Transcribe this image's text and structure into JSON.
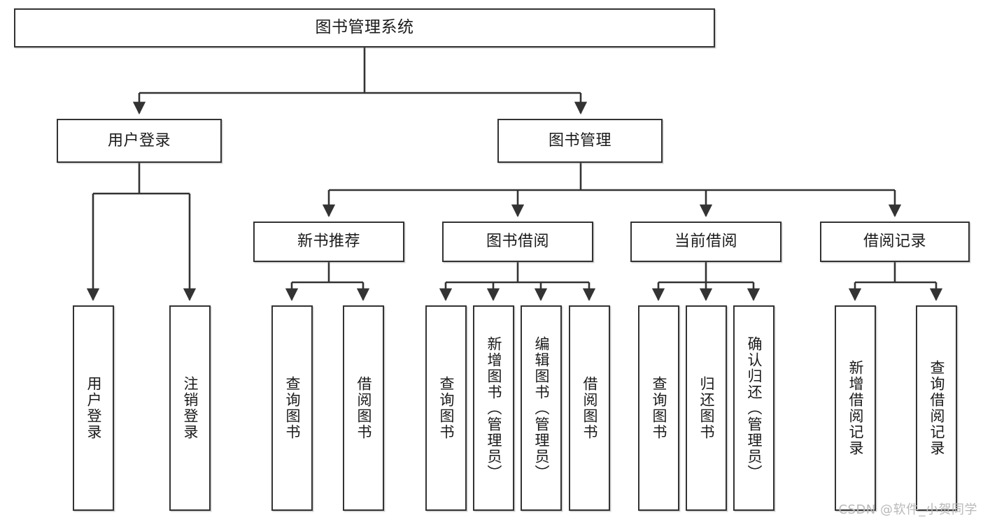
{
  "diagram": {
    "title": "图书管理系统",
    "type": "tree-hierarchy-diagram",
    "watermark": "CSDN @软件_小贺同学",
    "style": {
      "box_border_color": "#333333",
      "box_fill_color": "#ffffff",
      "background_color": "#ffffff",
      "text_color": "#1a1a1a",
      "watermark_color": "#b9b9b9"
    },
    "nodes": {
      "root": {
        "label": "图书管理系统"
      },
      "level2": [
        {
          "id": "user_login",
          "label": "用户登录"
        },
        {
          "id": "book_mgmt",
          "label": "图书管理"
        }
      ],
      "level3": [
        {
          "id": "new_book_rec",
          "label": "新书推荐"
        },
        {
          "id": "book_borrow",
          "label": "图书借阅"
        },
        {
          "id": "current_borrow",
          "label": "当前借阅"
        },
        {
          "id": "borrow_record",
          "label": "借阅记录"
        }
      ],
      "leaves": {
        "user_login": [
          {
            "id": "leaf_user_login",
            "label": "用户登录"
          },
          {
            "id": "leaf_logout",
            "label": "注销登录"
          }
        ],
        "new_book_rec": [
          {
            "id": "leaf_query_book_1",
            "label": "查询图书"
          },
          {
            "id": "leaf_borrow_book_1",
            "label": "借阅图书"
          }
        ],
        "book_borrow": [
          {
            "id": "leaf_query_book_2",
            "label": "查询图书"
          },
          {
            "id": "leaf_add_book",
            "label": "新增图书（管理员）"
          },
          {
            "id": "leaf_edit_book",
            "label": "编辑图书（管理员）"
          },
          {
            "id": "leaf_borrow_book_2",
            "label": "借阅图书"
          }
        ],
        "current_borrow": [
          {
            "id": "leaf_query_book_3",
            "label": "查询图书"
          },
          {
            "id": "leaf_return_book",
            "label": "归还图书"
          },
          {
            "id": "leaf_confirm_return",
            "label": "确认归还（管理员）"
          }
        ],
        "borrow_record": [
          {
            "id": "leaf_add_record",
            "label": "新增借阅记录"
          },
          {
            "id": "leaf_query_record",
            "label": "查询借阅记录"
          }
        ]
      }
    },
    "edges": [
      {
        "from": "图书管理系统",
        "to": "用户登录"
      },
      {
        "from": "图书管理系统",
        "to": "图书管理"
      },
      {
        "from": "用户登录",
        "to": "用户登录"
      },
      {
        "from": "用户登录",
        "to": "注销登录"
      },
      {
        "from": "图书管理",
        "to": "新书推荐"
      },
      {
        "from": "图书管理",
        "to": "图书借阅"
      },
      {
        "from": "图书管理",
        "to": "当前借阅"
      },
      {
        "from": "图书管理",
        "to": "借阅记录"
      },
      {
        "from": "新书推荐",
        "to": "查询图书"
      },
      {
        "from": "新书推荐",
        "to": "借阅图书"
      },
      {
        "from": "图书借阅",
        "to": "查询图书"
      },
      {
        "from": "图书借阅",
        "to": "新增图书（管理员）"
      },
      {
        "from": "图书借阅",
        "to": "编辑图书（管理员）"
      },
      {
        "from": "图书借阅",
        "to": "借阅图书"
      },
      {
        "from": "当前借阅",
        "to": "查询图书"
      },
      {
        "from": "当前借阅",
        "to": "归还图书"
      },
      {
        "from": "当前借阅",
        "to": "确认归还（管理员）"
      },
      {
        "from": "借阅记录",
        "to": "新增借阅记录"
      },
      {
        "from": "借阅记录",
        "to": "查询借阅记录"
      }
    ]
  }
}
